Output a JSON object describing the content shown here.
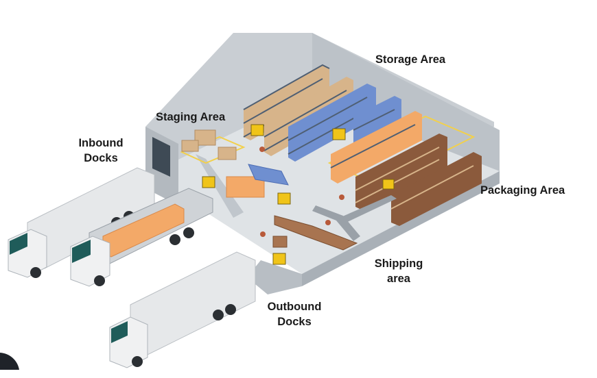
{
  "labels": {
    "storage": "Storage Area",
    "staging": "Staging Area",
    "inbound_line1": "Inbound",
    "inbound_line2": "Docks",
    "packaging": "Packaging Area",
    "shipping_line1": "Shipping",
    "shipping_line2": "area",
    "outbound_line1": "Outbound",
    "outbound_line2": "Docks"
  },
  "colors": {
    "floor": "#dfe3e6",
    "wall": "#c4c9ce",
    "wall_dark": "#aab0b6",
    "truck_body": "#e6e8ea",
    "truck_cab": "#f0f1f2",
    "cab_window": "#1f5c5a",
    "shelf_frame": "#4f5f73",
    "box_tan": "#d7b48a",
    "box_brown": "#8b5a3c",
    "box_orange": "#f3a968",
    "box_blue": "#6f8fd0",
    "forklift": "#f0c419",
    "conveyor": "#9aa1a8",
    "floor_marking": "#f2d04b"
  },
  "icons": [
    "warehouse-building",
    "truck",
    "forklift",
    "pallet-rack",
    "cardboard-box",
    "conveyor",
    "worker"
  ]
}
